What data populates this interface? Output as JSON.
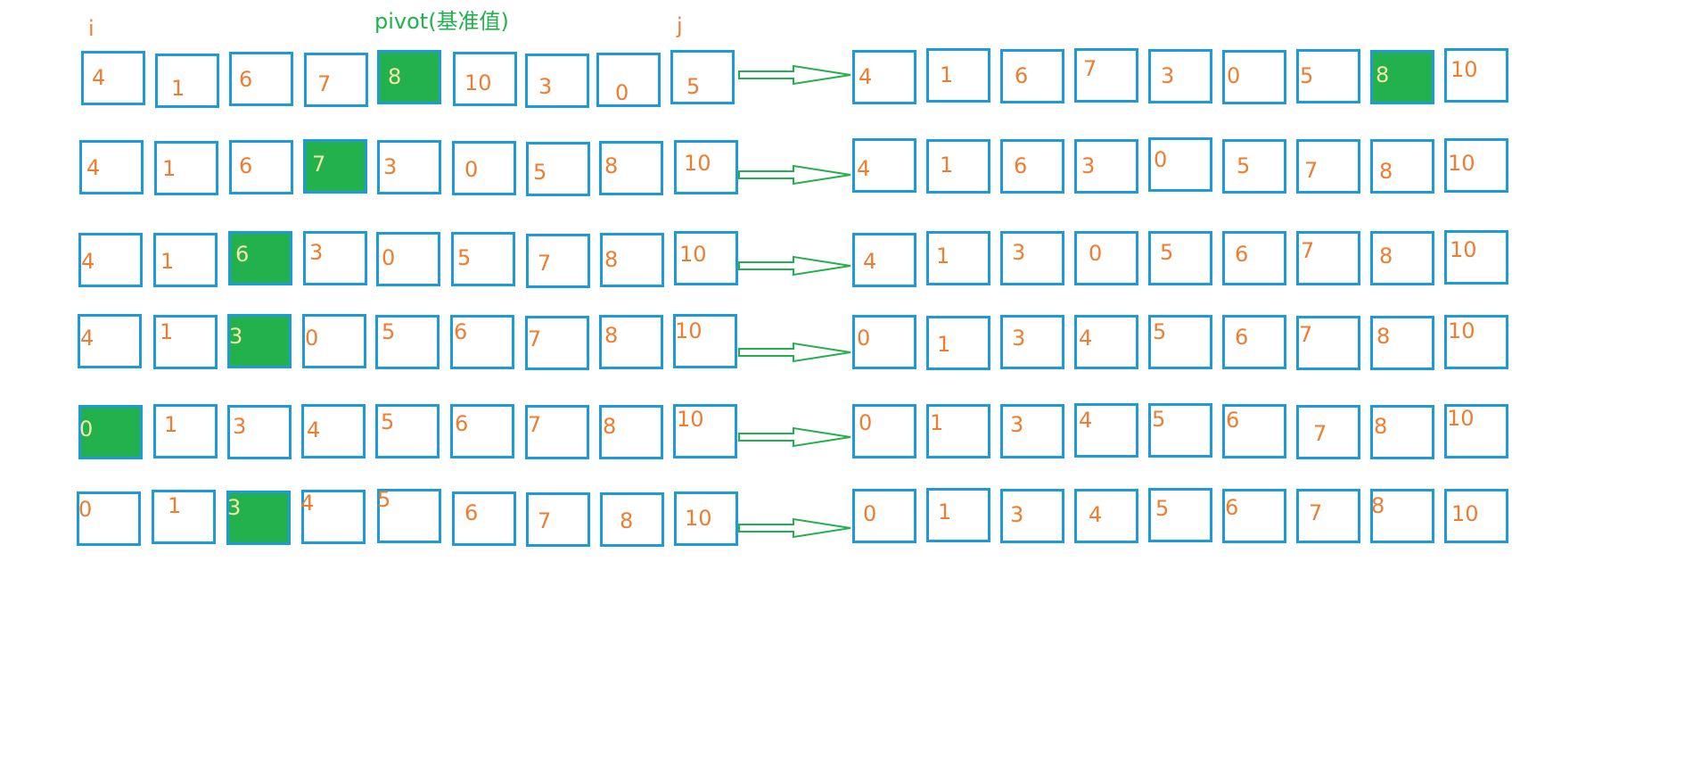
{
  "labels": {
    "i": "i",
    "pivot": "pivot(基准值)",
    "j": "j"
  },
  "colors": {
    "cell_border": "#1e9bd7",
    "number": "#ed7d31",
    "pivot_fill": "#22b14c",
    "label_green": "#22b14c",
    "arrow": "#22b14c"
  },
  "rows": [
    {
      "before": [
        "4",
        "1",
        "6",
        "7",
        "8",
        "10",
        "3",
        "0",
        "5"
      ],
      "after": [
        "4",
        "1",
        "6",
        "7",
        "3",
        "0",
        "5",
        "8",
        "10"
      ],
      "pivot_before": 4,
      "pivot_after": 7
    },
    {
      "before": [
        "4",
        "1",
        "6",
        "7",
        "3",
        "0",
        "5",
        "8",
        "10"
      ],
      "after": [
        "4",
        "1",
        "6",
        "3",
        "0",
        "5",
        "7",
        "8",
        "10"
      ],
      "pivot_before": 3,
      "pivot_after": -1
    },
    {
      "before": [
        "4",
        "1",
        "6",
        "3",
        "0",
        "5",
        "7",
        "8",
        "10"
      ],
      "after": [
        "4",
        "1",
        "3",
        "0",
        "5",
        "6",
        "7",
        "8",
        "10"
      ],
      "pivot_before": 2,
      "pivot_after": -1
    },
    {
      "before": [
        "4",
        "1",
        "3",
        "0",
        "5",
        "6",
        "7",
        "8",
        "10"
      ],
      "after": [
        "0",
        "1",
        "3",
        "4",
        "5",
        "6",
        "7",
        "8",
        "10"
      ],
      "pivot_before": 2,
      "pivot_after": -1
    },
    {
      "before": [
        "0",
        "1",
        "3",
        "4",
        "5",
        "6",
        "7",
        "8",
        "10"
      ],
      "after": [
        "0",
        "1",
        "3",
        "4",
        "5",
        "6",
        "7",
        "8",
        "10"
      ],
      "pivot_before": 0,
      "pivot_after": -1
    },
    {
      "before": [
        "0",
        "1",
        "3",
        "4",
        "5",
        "6",
        "7",
        "8",
        "10"
      ],
      "after": [
        "0",
        "1",
        "3",
        "4",
        "5",
        "6",
        "7",
        "8",
        "10"
      ],
      "pivot_before": 2,
      "pivot_after": -1
    }
  ]
}
